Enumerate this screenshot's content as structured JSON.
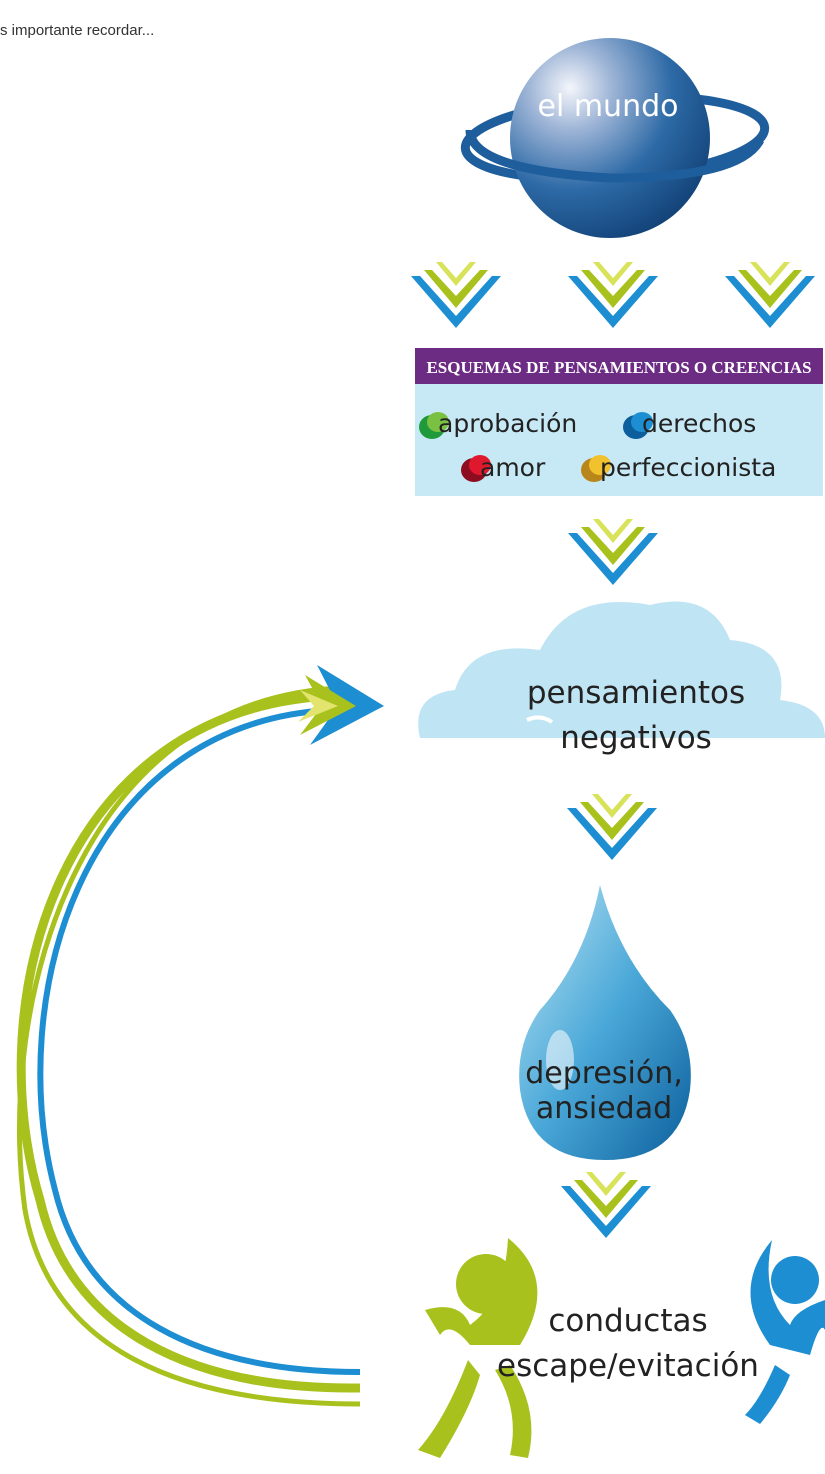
{
  "intro_text": "s importante recordar...",
  "world": {
    "label": "el mundo"
  },
  "schemas": {
    "title": "ESQUEMAS DE PENSAMIENTOS O CREENCIAS",
    "items": [
      {
        "label": "aprobación",
        "color": "#1f9a3a"
      },
      {
        "label": "derechos",
        "color": "#1478c4"
      },
      {
        "label": "amor",
        "color": "#c8102e"
      },
      {
        "label": "perfeccionista",
        "color": "#e8a21a"
      }
    ]
  },
  "thoughts": {
    "line1": "pensamientos",
    "line2": "negativos"
  },
  "emotion": {
    "line1": "depresión,",
    "line2": "ansiedad"
  },
  "behavior": {
    "line1": "conductas",
    "line2": "escape/evitación"
  },
  "colors": {
    "green": "#a9c11c",
    "blue": "#1d8ed2",
    "purple": "#6d2c83",
    "panel": "#c7e9f5",
    "cloud": "#bfe4f3",
    "globe": "#1f5e9c"
  }
}
